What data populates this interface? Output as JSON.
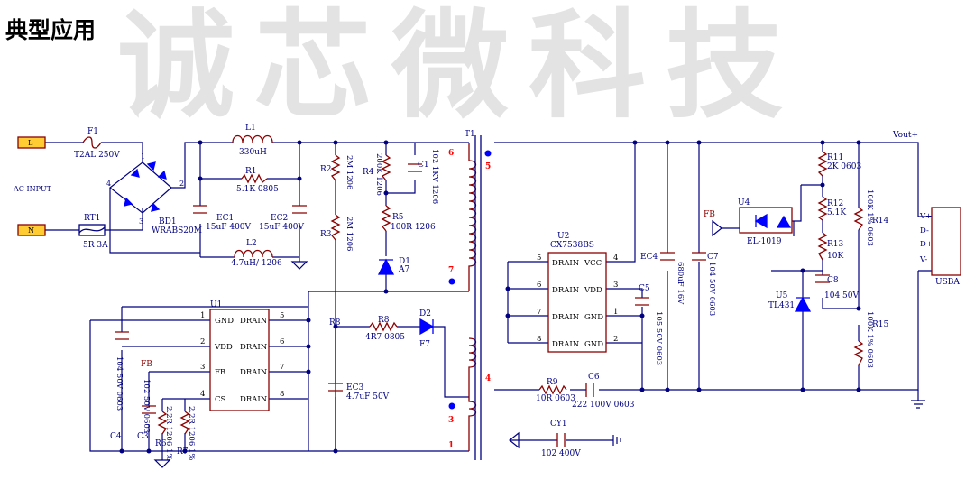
{
  "title": "典型应用",
  "watermark": "诚芯微科技",
  "labels": {
    "L": "L",
    "N": "N",
    "ac_input": "AC INPUT",
    "F1": "F1",
    "F1_val": "T2AL 250V",
    "RT1": "RT1",
    "RT1_val": "5R 3A",
    "BD1": "BD1",
    "BD1_val": "WRABS20M",
    "L1": "L1",
    "L1_val": "330uH",
    "R1": "R1",
    "R1_val": "5.1K 0805",
    "EC1": "EC1",
    "EC1_val": "15uF 400V",
    "EC2": "EC2",
    "EC2_val": "15uF 400V",
    "L2": "L2",
    "L2_val": "4.7uH/ 1206",
    "R2": "R2",
    "R2_val": "2M 1206",
    "R3": "R3",
    "R3_val": "2M 1206",
    "R4": "R4",
    "R4_val": "200K 1206",
    "C1": "C1",
    "C1_val": "102 1KV 1206",
    "R5": "R5",
    "R5_val": "100R 1206",
    "D1": "D1",
    "D1_val": "A7",
    "T1": "T1",
    "U1": "U1",
    "U1_pins": [
      "GND",
      "VDD",
      "FB",
      "CS",
      "DRAIN",
      "DRAIN",
      "DRAIN",
      "DRAIN"
    ],
    "R8": "R8",
    "R8_val": "4R7 0805",
    "D2": "D2",
    "D2_val": "F7",
    "EC3": "EC3",
    "EC3_val": "4.7uF 50V",
    "C4": "C4",
    "C4_val": "104 50V 0603",
    "C3": "C3",
    "C3_val": "102 50V 0603",
    "FB": "FB",
    "R6": "R6",
    "R6_val": "2.2R 1206 1%",
    "R7": "R7",
    "R7_val": "2.2R 1206 1%",
    "U2": "U2",
    "U2_val": "CX7538BS",
    "U2_pins": [
      "DRAIN",
      "DRAIN",
      "DRAIN",
      "DRAIN",
      "VCC",
      "VDD",
      "GND",
      "GND"
    ],
    "C5": "C5",
    "C5_val": "105 50V 0603",
    "EC4": "EC4",
    "EC4_val": "680uF 16V",
    "C7": "C7",
    "C7_val": "104 50V 0603",
    "R9": "R9",
    "R9_val": "10R 0603",
    "C6": "C6",
    "C6_val": "222 100V 0603",
    "CY1": "CY1",
    "CY1_val": "102 400V",
    "U4": "U4",
    "U4_val": "EL-1019",
    "U5": "U5",
    "U5_val": "TL431",
    "R11": "R11",
    "R11_val": "2K 0603",
    "R12": "R12",
    "R12_val": "5.1K",
    "R13": "R13",
    "R13_val": "10K",
    "C8": "C8",
    "C8_val": "104 50V",
    "R14": "R14",
    "R14_val": "100K 1% 0603",
    "R15": "R15",
    "R15_val": "100K 1% 0603",
    "vout": "Vout+",
    "usb_pins": [
      "V+",
      "D-",
      "D+",
      "V-"
    ],
    "usb": "USBA"
  },
  "pin_numbers": {
    "u1_left": [
      "1",
      "2",
      "3",
      "4"
    ],
    "u1_right": [
      "5",
      "6",
      "7",
      "8"
    ],
    "u2_left": [
      "5",
      "6",
      "7",
      "8"
    ],
    "u2_right": [
      "4",
      "3",
      "1",
      "2"
    ],
    "bd1": [
      "1",
      "2",
      "3",
      "4"
    ],
    "t1": [
      "6",
      "5",
      "7",
      "4",
      "3",
      "1"
    ]
  },
  "colors": {
    "wire": "#000080",
    "component": "#8b0000",
    "pin_mark": "#ff0000",
    "dot": "#0000ff",
    "connector": "#ffcc33"
  }
}
